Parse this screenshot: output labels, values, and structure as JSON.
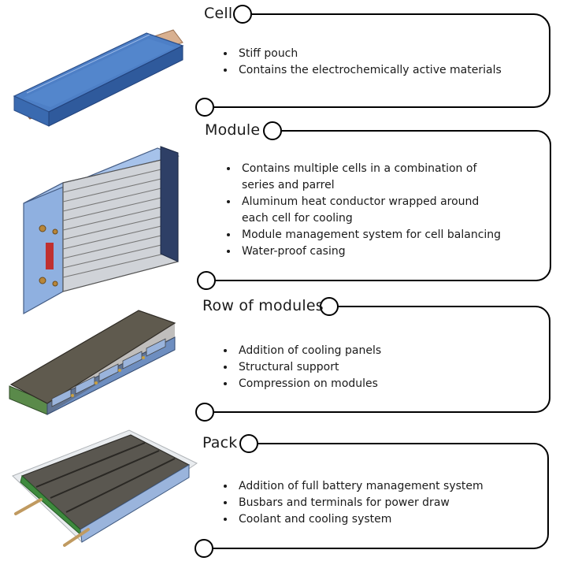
{
  "sections": [
    {
      "title": "Cell",
      "bullets": [
        "Stiff pouch",
        "Contains the electrochemically active materials"
      ]
    },
    {
      "title": "Module",
      "bullets": [
        "Contains multiple cells in a combination of series and parrel",
        "Aluminum heat conductor wrapped around each cell for cooling",
        "Module management system for cell balancing",
        "Water-proof casing"
      ]
    },
    {
      "title": "Row of modules",
      "bullets": [
        "Addition of cooling panels",
        "Structural support",
        "Compression on modules"
      ]
    },
    {
      "title": "Pack",
      "bullets": [
        "Addition of full battery management system",
        "Busbars and terminals for power draw",
        "Coolant and cooling system"
      ]
    }
  ]
}
